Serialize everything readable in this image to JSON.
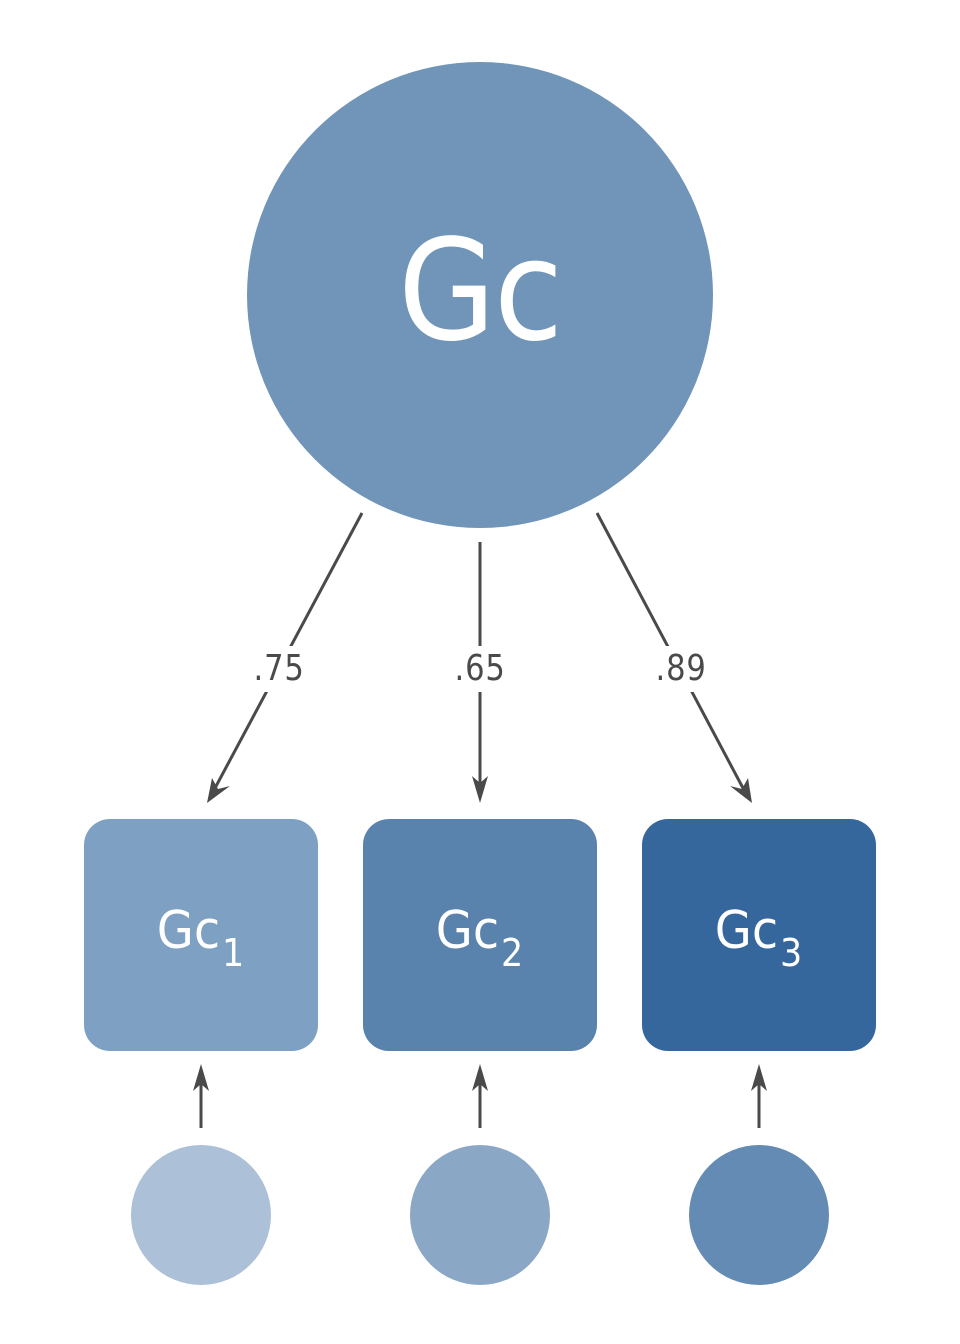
{
  "latent": {
    "label": "Gc",
    "color": "#7095b9"
  },
  "indicators": [
    {
      "label": "Gc",
      "subscript": "1",
      "color": "#7ea0c2",
      "loading": ".75",
      "error_color": "#acc0d8"
    },
    {
      "label": "Gc",
      "subscript": "2",
      "color": "#5982ad",
      "loading": ".65",
      "error_color": "#8aa8c6"
    },
    {
      "label": "Gc",
      "subscript": "3",
      "color": "#35679d",
      "loading": ".89",
      "error_color": "#638bb3"
    }
  ],
  "colors": {
    "arrow": "#4a4a4a",
    "background": "#ffffff"
  }
}
